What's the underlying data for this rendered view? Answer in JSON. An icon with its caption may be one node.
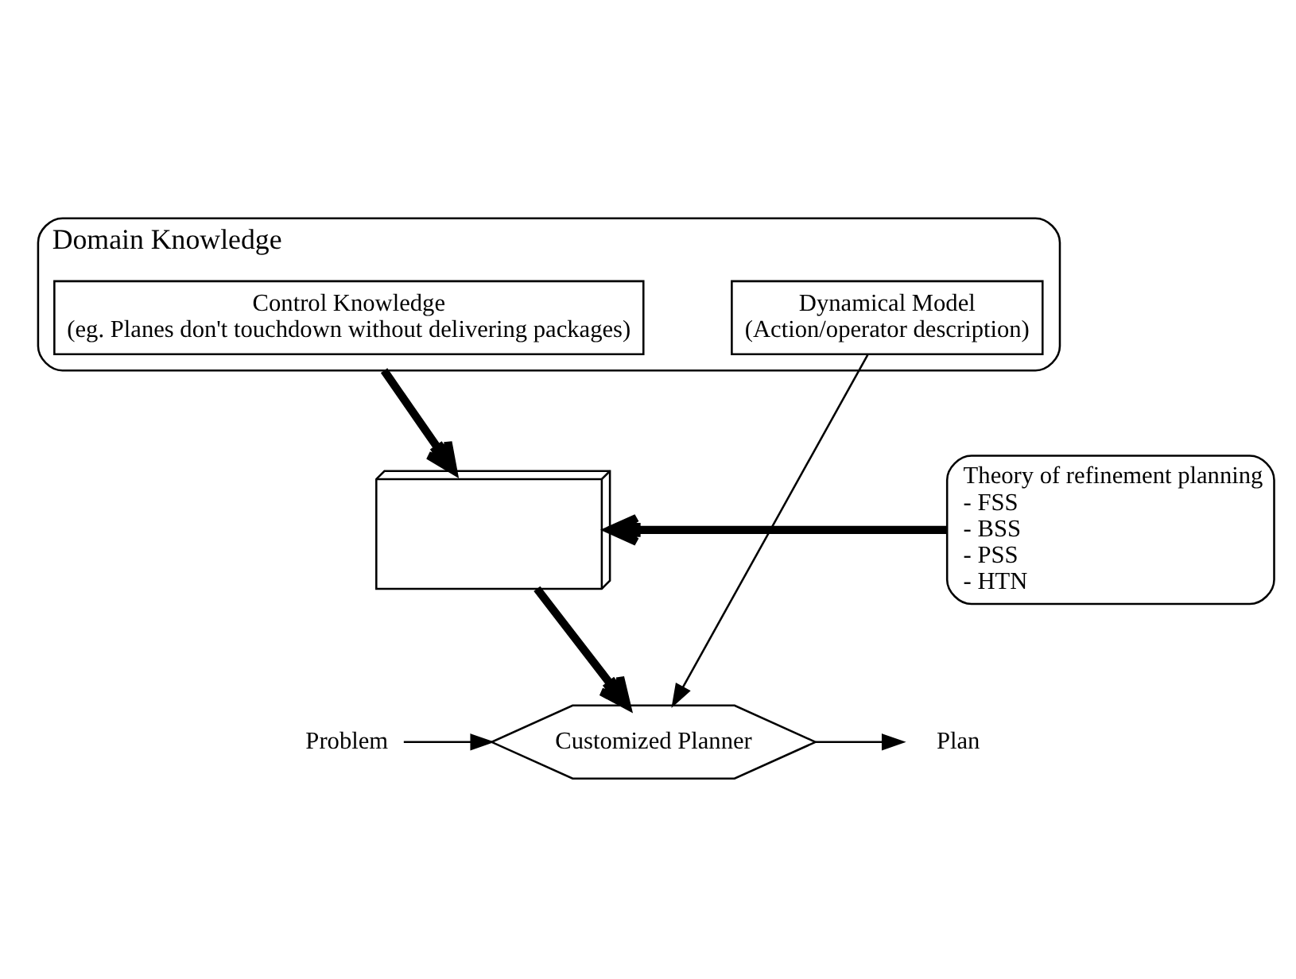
{
  "diagram": {
    "nodes": [
      {
        "text": [
          "Domain Knowledge"
        ]
      },
      {
        "text": [
          "Control Knowledge",
          "(eg. Planes don't touchdown without delivering packages)"
        ],
        "in": 0
      },
      {
        "text": [
          "Dynamical Model",
          "(Action/operator description)"
        ],
        "in": 0
      },
      {
        "text": [],
        "shape": "box"
      },
      {
        "text": [
          "Theory of refinement planning",
          "- FSS",
          "- BSS",
          "- PSS",
          "- HTN"
        ]
      },
      {
        "text": [
          "Customized Planner"
        ]
      },
      {
        "text": [
          "Problem"
        ]
      },
      {
        "text": [
          "Plan"
        ]
      }
    ],
    "edges": [
      {
        "from": 0,
        "to": 3,
        "arrow": "to",
        "style": "thick"
      },
      {
        "from": 4,
        "to": 3,
        "arrow": "to",
        "style": "thick"
      },
      {
        "from": 3,
        "to": 5,
        "arrow": "to",
        "style": "thick"
      },
      {
        "from": 2,
        "to": 5,
        "arrow": "to"
      },
      {
        "from": 6,
        "to": 5,
        "arrow": "to"
      },
      {
        "from": 5,
        "to": 7,
        "arrow": "to"
      }
    ]
  }
}
